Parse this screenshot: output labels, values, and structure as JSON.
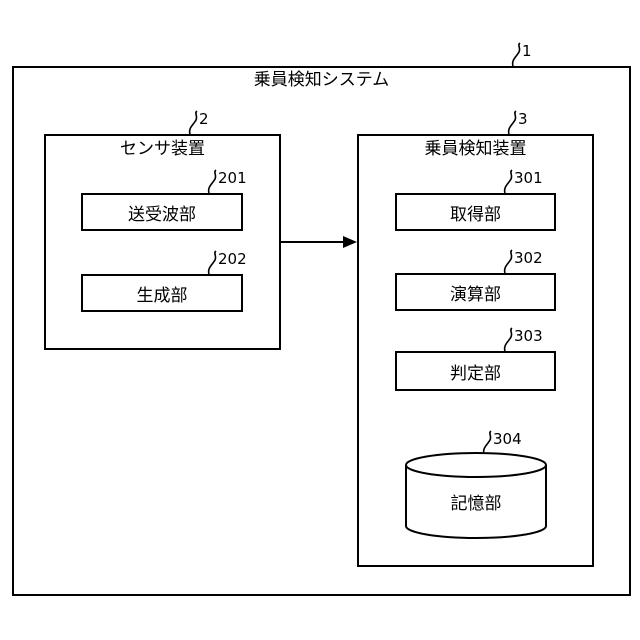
{
  "system": {
    "title": "乗員検知システム",
    "ref": "1"
  },
  "sensor": {
    "title": "センサ装置",
    "ref": "2",
    "units": [
      {
        "label": "送受波部",
        "ref": "201"
      },
      {
        "label": "生成部",
        "ref": "202"
      }
    ]
  },
  "detector": {
    "title": "乗員検知装置",
    "ref": "3",
    "units": [
      {
        "label": "取得部",
        "ref": "301"
      },
      {
        "label": "演算部",
        "ref": "302"
      },
      {
        "label": "判定部",
        "ref": "303"
      }
    ],
    "storage": {
      "label": "記憶部",
      "ref": "304"
    }
  }
}
